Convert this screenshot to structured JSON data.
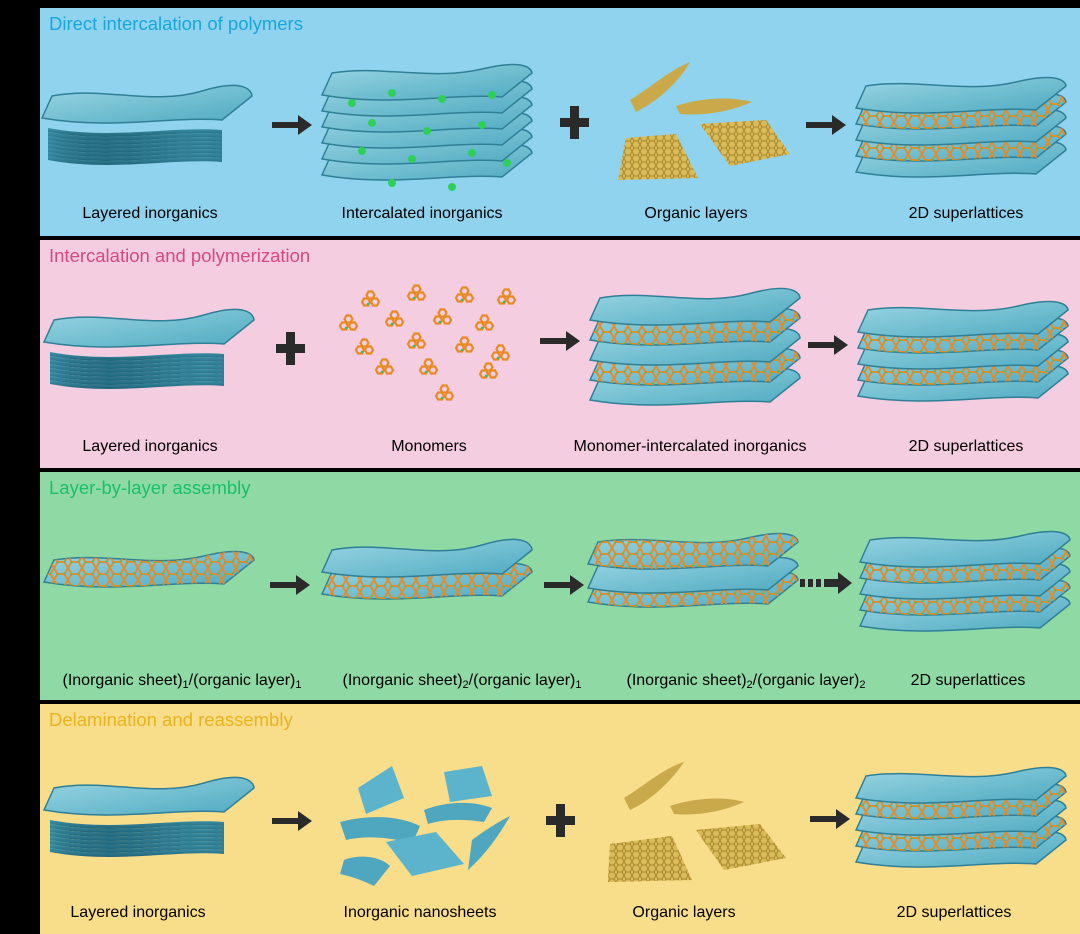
{
  "colors": {
    "panel1_bg": "#8fd3ef",
    "panel1_title": "#18a6dc",
    "panel2_bg": "#f4cde0",
    "panel2_title": "#d9487f",
    "panel3_bg": "#8fd9a5",
    "panel3_title": "#19c06a",
    "panel4_bg": "#f8dd8a",
    "panel4_title": "#eab21e",
    "sheet_top": "#73bfd2",
    "sheet_edge": "#2f7f96",
    "organic_gold": "#c9a94a",
    "hex_orange": "#e88a22",
    "hex_green": "#3bbf5a",
    "arrow": "#2a2a2a"
  },
  "panels": [
    {
      "title": "Direct intercalation of polymers",
      "labels": [
        "Layered inorganics",
        "Intercalated inorganics",
        "Organic layers",
        "2D superlattices"
      ]
    },
    {
      "title": "Intercalation and polymerization",
      "labels": [
        "Layered inorganics",
        "Monomers",
        "Monomer-intercalated inorganics",
        "2D superlattices"
      ]
    },
    {
      "title": "Layer-by-layer assembly",
      "labels": [
        {
          "main": "(Inorganic sheet)",
          "sub1": "1",
          "mid": "/(organic layer)",
          "sub2": "1"
        },
        {
          "main": "(Inorganic sheet)",
          "sub1": "2",
          "mid": "/(organic layer)",
          "sub2": "1"
        },
        {
          "main": "(Inorganic sheet)",
          "sub1": "2",
          "mid": "/(organic layer)",
          "sub2": "2"
        },
        "2D superlattices"
      ]
    },
    {
      "title": "Delamination and reassembly",
      "labels": [
        "Layered inorganics",
        "Inorganic nanosheets",
        "Organic layers",
        "2D superlattices"
      ]
    }
  ]
}
